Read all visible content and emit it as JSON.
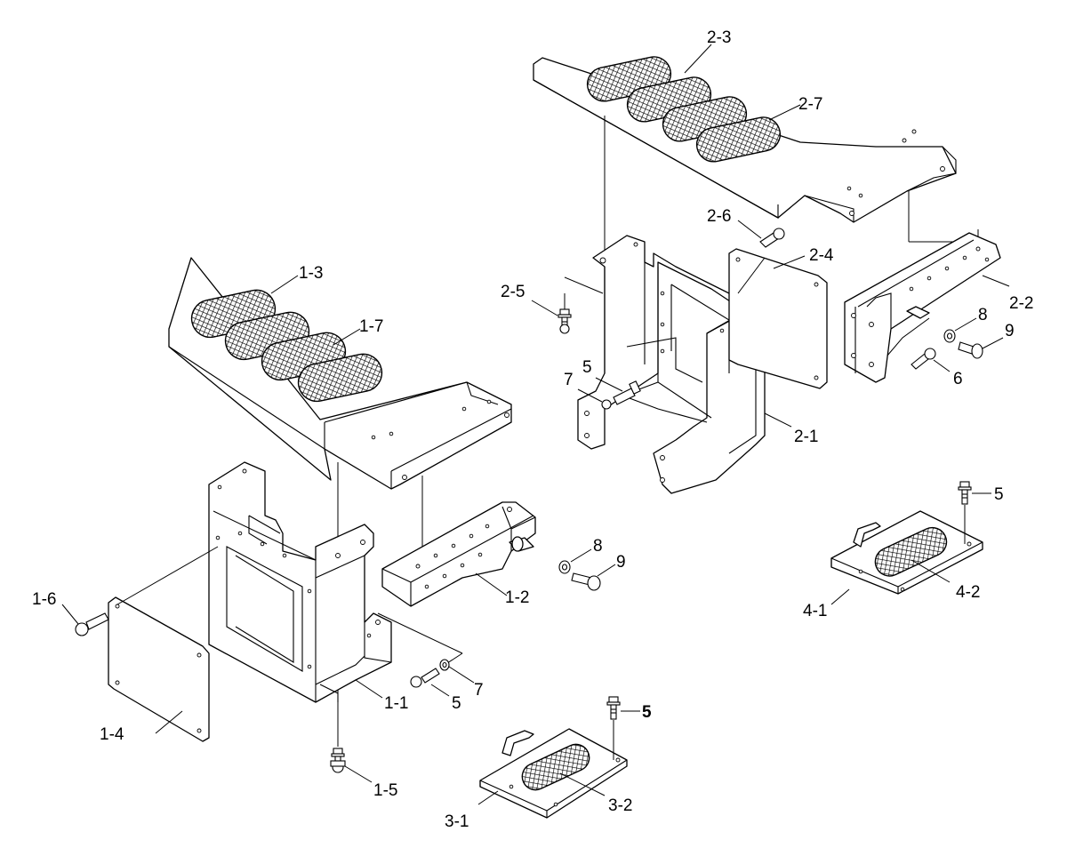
{
  "labels": {
    "l_1_1": "1-1",
    "l_1_2": "1-2",
    "l_1_3": "1-3",
    "l_1_4": "1-4",
    "l_1_5": "1-5",
    "l_1_6": "1-6",
    "l_1_7": "1-7",
    "l_2_1": "2-1",
    "l_2_2": "2-2",
    "l_2_3": "2-3",
    "l_2_4": "2-4",
    "l_2_5": "2-5",
    "l_2_6": "2-6",
    "l_2_7": "2-7",
    "l_3_1": "3-1",
    "l_3_2": "3-2",
    "l_4_1": "4-1",
    "l_4_2": "4-2",
    "l_5_a": "5",
    "l_5_b": "5",
    "l_5_c": "5",
    "l_5_d": "5",
    "l_6": "6",
    "l_7_a": "7",
    "l_7_b": "7",
    "l_8_a": "8",
    "l_8_b": "8",
    "l_9_a": "9",
    "l_9_b": "9"
  }
}
